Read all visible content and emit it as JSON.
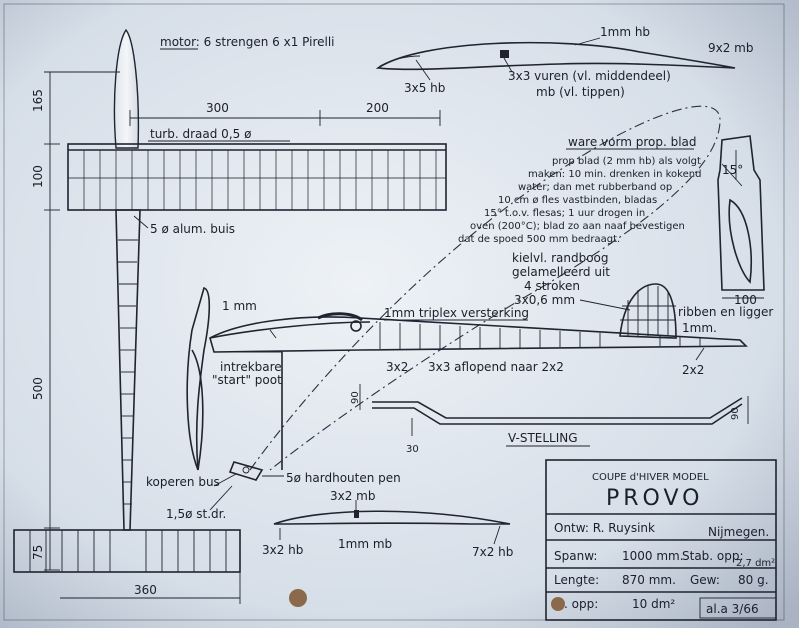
{
  "motor_note": "motor: 6 strengen 6 x1 Pirelli",
  "top_airfoil": {
    "top": "1mm hb",
    "tip": "9x2 mb",
    "le": "3x5 hb",
    "spar": "3x3 vuren (vl. middendeel)",
    "spar2": "mb (vl. tippen)"
  },
  "wing_plan": {
    "dim_300": "300",
    "dim_200": "200",
    "dim_165": "165",
    "dim_100": "100",
    "dim_500": "500",
    "dim_75": "75",
    "dim_360": "360",
    "turb": "turb. draad 0,5 ø",
    "buis": "5 ø alum. buis"
  },
  "prop_note": {
    "title": "ware vorm prop. blad",
    "lines": [
      "prop blad (2 mm hb) als volgt",
      "maken: 10 min. drenken in kokend",
      "water; dan met rubberband op",
      "10 cm ø fles vastbinden, bladas",
      "15° t.o.v. flesas; 1 uur drogen in",
      "oven (200°C); blad zo aan naaf bevestigen",
      "dat de spoed 500 mm bedraagt."
    ],
    "angle": "15°",
    "dim": "100"
  },
  "fin_note": [
    "kielvl. randboog",
    "gelamelleerd uit",
    "4 stroken",
    "3x0,6 mm"
  ],
  "side_view": {
    "mm1": "1 mm",
    "triplex": "1mm triplex versterking",
    "ribben": "ribben en ligger",
    "ribben2": "1mm.",
    "intrek": [
      "intrekbare",
      "\"start\" poot"
    ],
    "l3x2": "3x2",
    "l3x3": "3x3 aflopend naar 2x2",
    "l2x2": "2x2"
  },
  "vstelling": {
    "label": "V-STELLING",
    "d90a": "90",
    "d90b": "90",
    "d30": "30"
  },
  "hub": {
    "koperen": "koperen bus",
    "pen": "5ø hardhouten pen",
    "stdr": "1,5ø st.dr."
  },
  "bottom_airfoil": {
    "top": "3x2 mb",
    "le": "3x2 hb",
    "mid": "1mm mb",
    "te": "7x2 hb"
  },
  "title_block": {
    "subtitle": "COUPE d'HIVER MODEL",
    "name": "PROVO",
    "ontw": "Ontw: R. Ruysink",
    "city": "Nijmegen.",
    "spanw_l": "Spanw:",
    "spanw_v": "1000 mm.",
    "stab_l": "Stab. opp:",
    "stab_v": "2,7 dm²",
    "lengte_l": "Lengte:",
    "lengte_v": "870 mm.",
    "gew_l": "Gew:",
    "gew_v": "80 g.",
    "opp_l": ". opp:",
    "opp_v": "10 dm²",
    "ref": "al.a 3/66"
  },
  "colors": {
    "paper": "#cfd8e3",
    "ink": "#1f2430",
    "panel": "#e8edf3"
  }
}
